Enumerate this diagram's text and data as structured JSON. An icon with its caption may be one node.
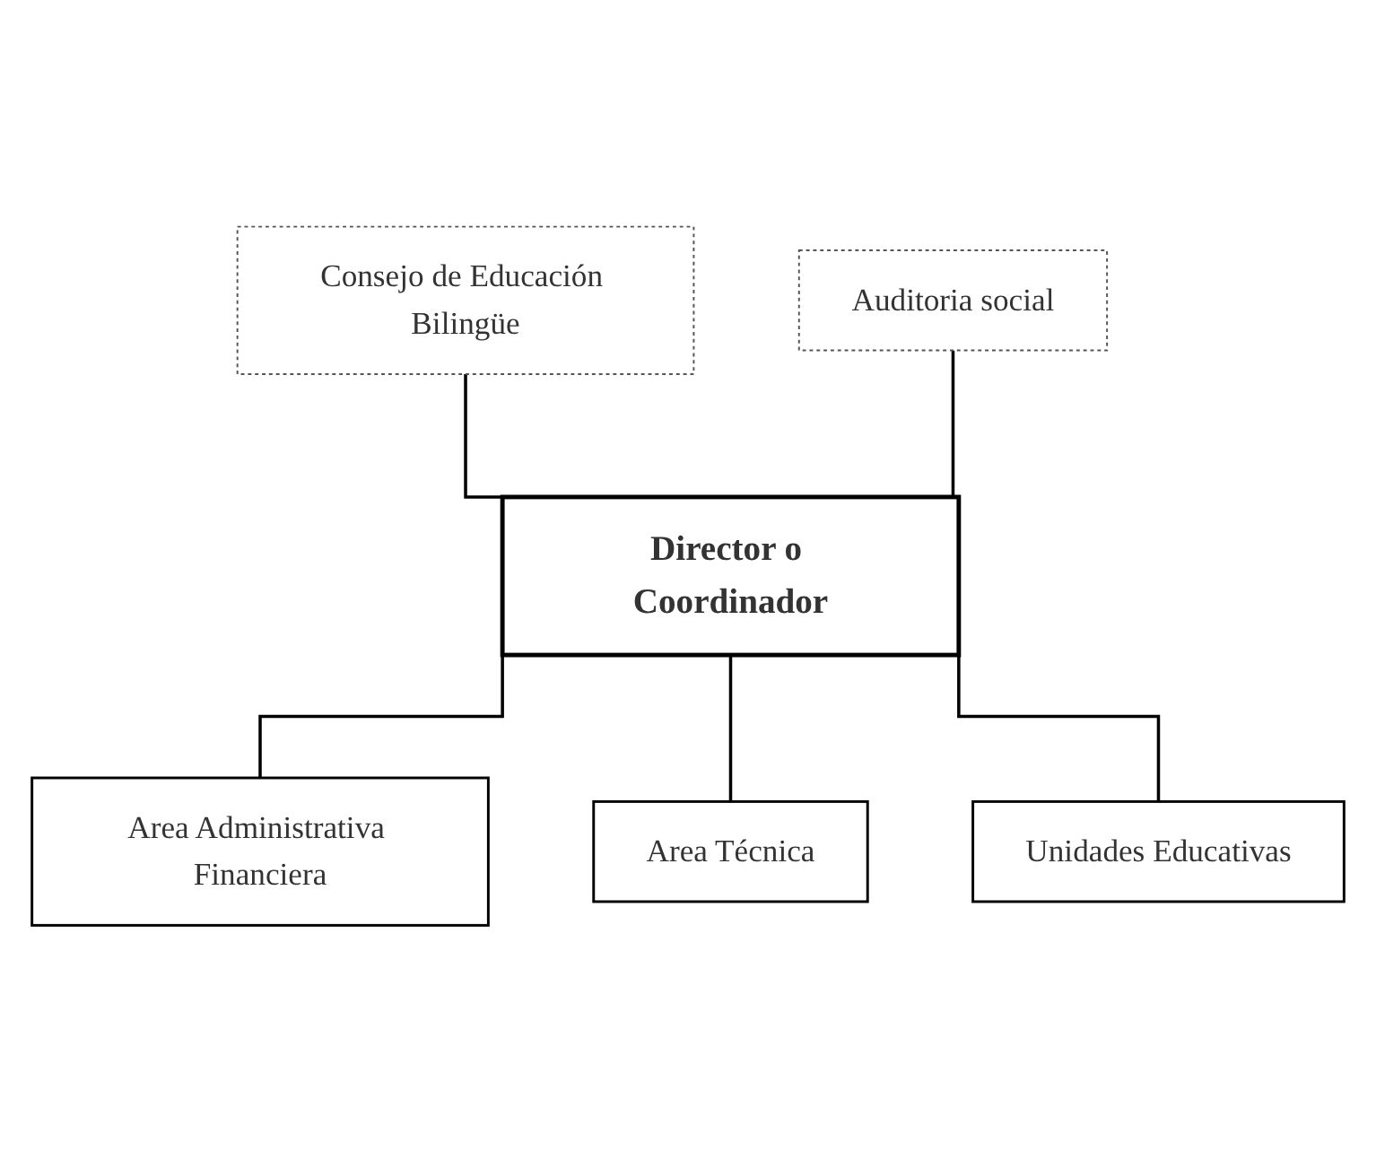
{
  "diagram": {
    "nodes": [
      {
        "text": [
          "Consejo de Educación Bilingüe"
        ]
      },
      {
        "text": [
          "Auditoria social"
        ]
      },
      {
        "text": [
          "Director o Coordinador"
        ]
      },
      {
        "text": [
          "Area Administrativa Financiera"
        ]
      },
      {
        "text": [
          "Area Técnica"
        ]
      },
      {
        "text": [
          "Unidades Educativas"
        ]
      }
    ],
    "edges": [
      {
        "from": 0,
        "to": 2,
        "arrow": "none"
      },
      {
        "from": 1,
        "to": 2,
        "arrow": "none"
      },
      {
        "from": 2,
        "to": 3,
        "arrow": "none"
      },
      {
        "from": 2,
        "to": 4,
        "arrow": "none"
      },
      {
        "from": 2,
        "to": 5,
        "arrow": "none"
      }
    ]
  }
}
